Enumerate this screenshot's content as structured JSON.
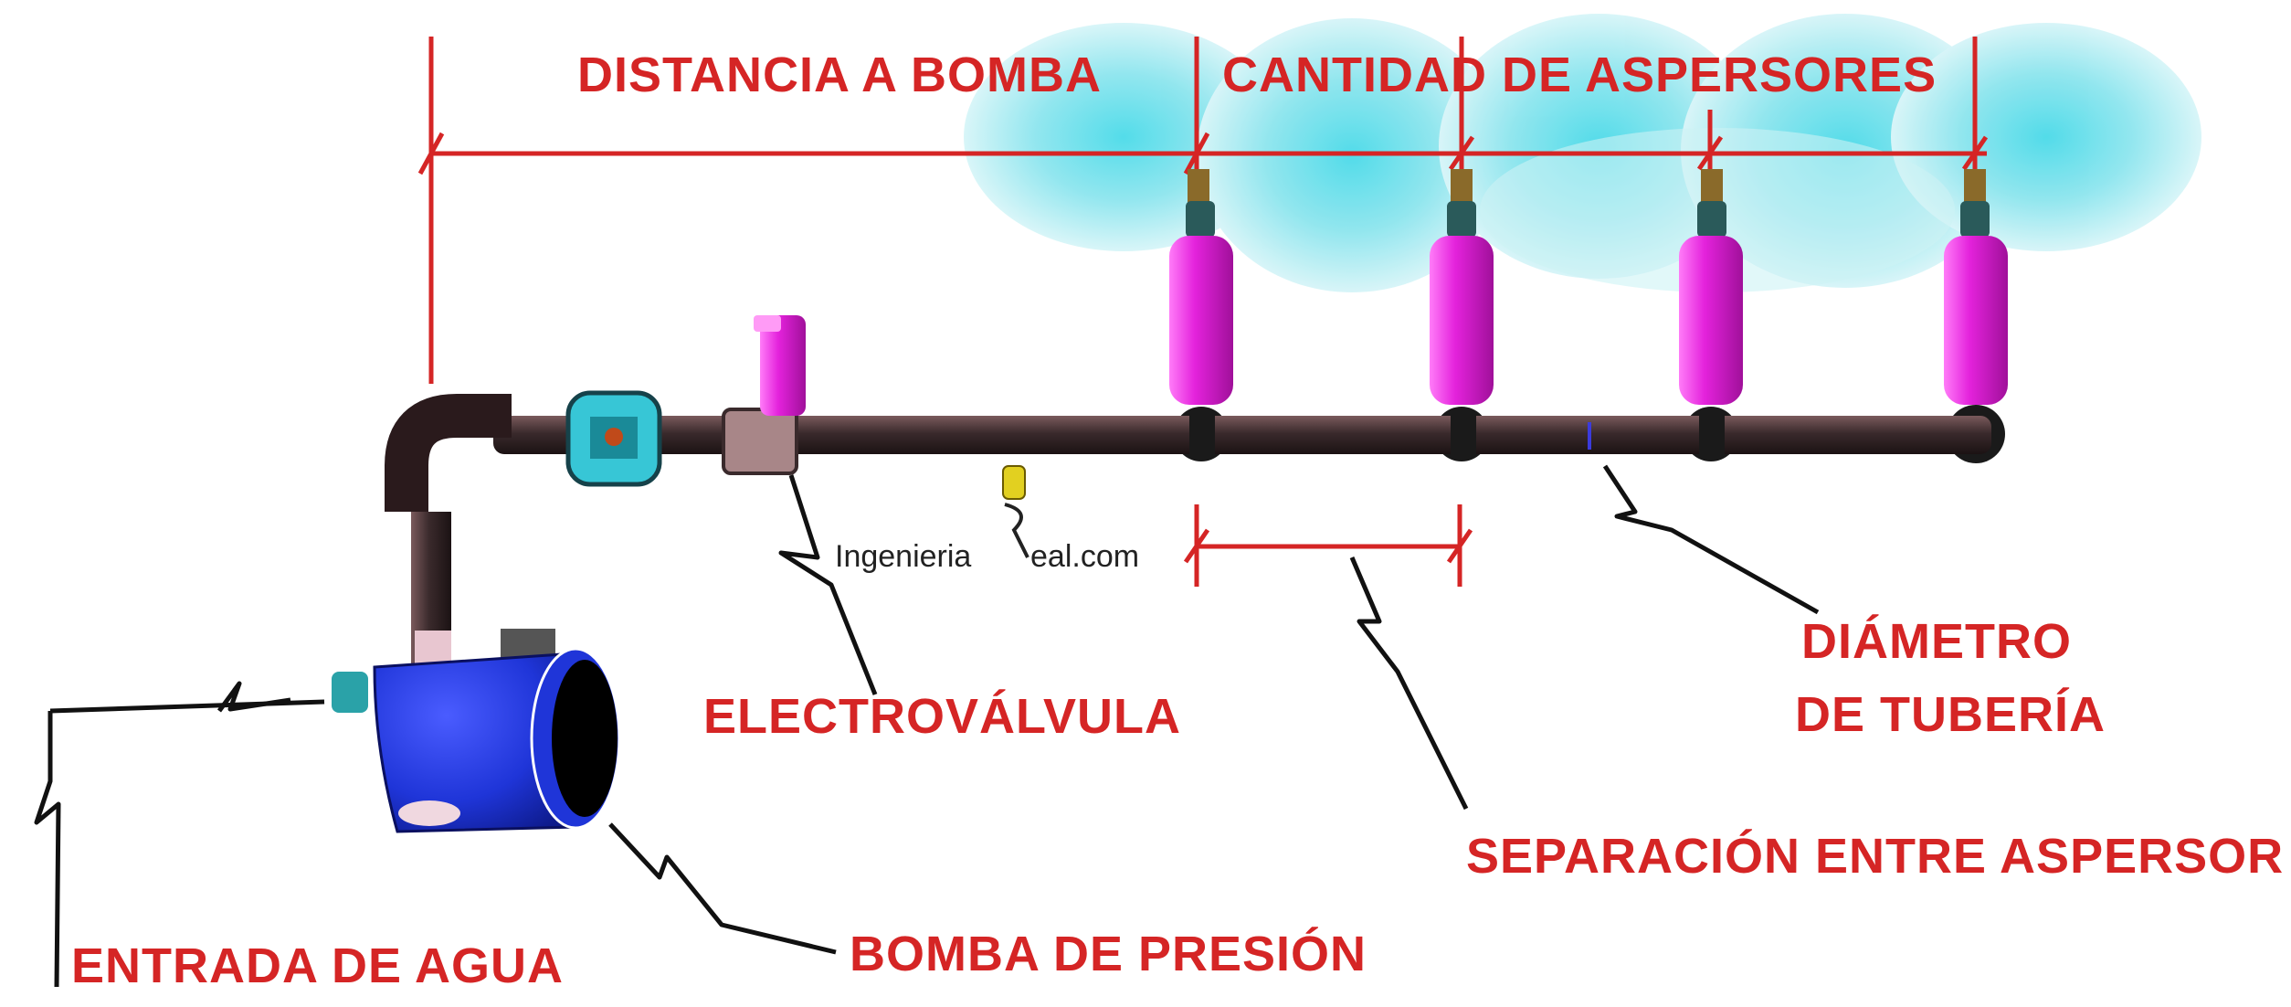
{
  "labels": {
    "distance_to_pump": "DISTANCIA A BOMBA",
    "sprinkler_count": "CANTIDAD DE ASPERSORES",
    "pipe_diameter_line1": "DIÁMETRO",
    "pipe_diameter_line2": "DE TUBERÍA",
    "solenoid_valve": "ELECTROVÁLVULA",
    "sprinkler_spacing": "SEPARACIÓN ENTRE ASPERSOR",
    "water_inlet": "ENTRADA DE AGUA",
    "pressure_pump": "BOMBA DE PRESIÓN"
  },
  "watermark": {
    "text_left": "Ingenieria",
    "text_right": "eal.com"
  },
  "colors": {
    "label_red": "#d52525",
    "pipe_dark": "#3a2a2c",
    "sprinkler_magenta": "#e020d8",
    "spray_cyan": "#9fe6ee",
    "pump_blue": "#1f35d8",
    "valve_cyan": "#37c6d6"
  }
}
